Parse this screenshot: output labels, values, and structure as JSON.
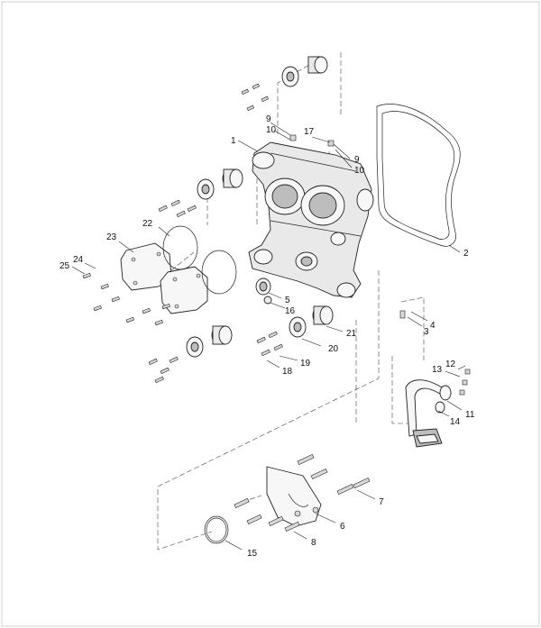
{
  "callouts": [
    "1",
    "2",
    "3",
    "4",
    "5",
    "6",
    "7",
    "8",
    "9",
    "10",
    "9",
    "10",
    "11",
    "12",
    "13",
    "14",
    "15",
    "16",
    "17",
    "18",
    "19",
    "20",
    "21",
    "22",
    "23",
    "24",
    "25"
  ]
}
